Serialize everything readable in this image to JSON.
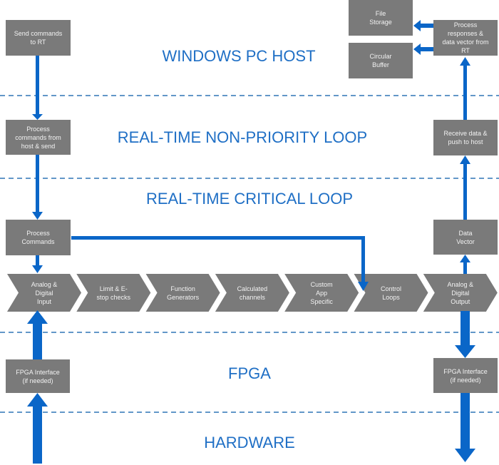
{
  "colors": {
    "accent_blue": "#0a66c8",
    "zone_title_blue": "#1f6fc5",
    "dash_blue": "#2e75b6",
    "box_gray": "#7a7a7a",
    "box_text": "#f2f2f2"
  },
  "zones": [
    {
      "id": "windows",
      "title": "WINDOWS PC HOST"
    },
    {
      "id": "rt-nonpriority",
      "title": "REAL-TIME NON-PRIORITY LOOP"
    },
    {
      "id": "rt-critical",
      "title": "REAL-TIME CRITICAL LOOP"
    },
    {
      "id": "fpga",
      "title": "FPGA"
    },
    {
      "id": "hardware",
      "title": "HARDWARE"
    }
  ],
  "boxes": {
    "send_commands": "Send commands\nto RT",
    "process_commands_host": "Process\ncommands from\nhost & send",
    "process_commands": "Process\nCommands",
    "fpga_interface_left": "FPGA Interface\n(if needed)",
    "file_storage": "File\nStorage",
    "circular_buffer": "Circular\nBuffer",
    "process_responses": "Process\nresponses &\ndata vector from\nRT",
    "receive_data": "Receive data &\npush to host",
    "data_vector": "Data\nVector",
    "fpga_interface_right": "FPGA Interface\n(if needed)"
  },
  "pipeline": [
    {
      "label": "Analog &\nDigital\nInput"
    },
    {
      "label": "Limit & E-\nstop checks"
    },
    {
      "label": "Function\nGenerators"
    },
    {
      "label": "Calculated\nchannels"
    },
    {
      "label": "Custom\nApp\nSpecific"
    },
    {
      "label": "Control\nLoops"
    },
    {
      "label": "Analog &\nDigital\nOutput"
    }
  ]
}
